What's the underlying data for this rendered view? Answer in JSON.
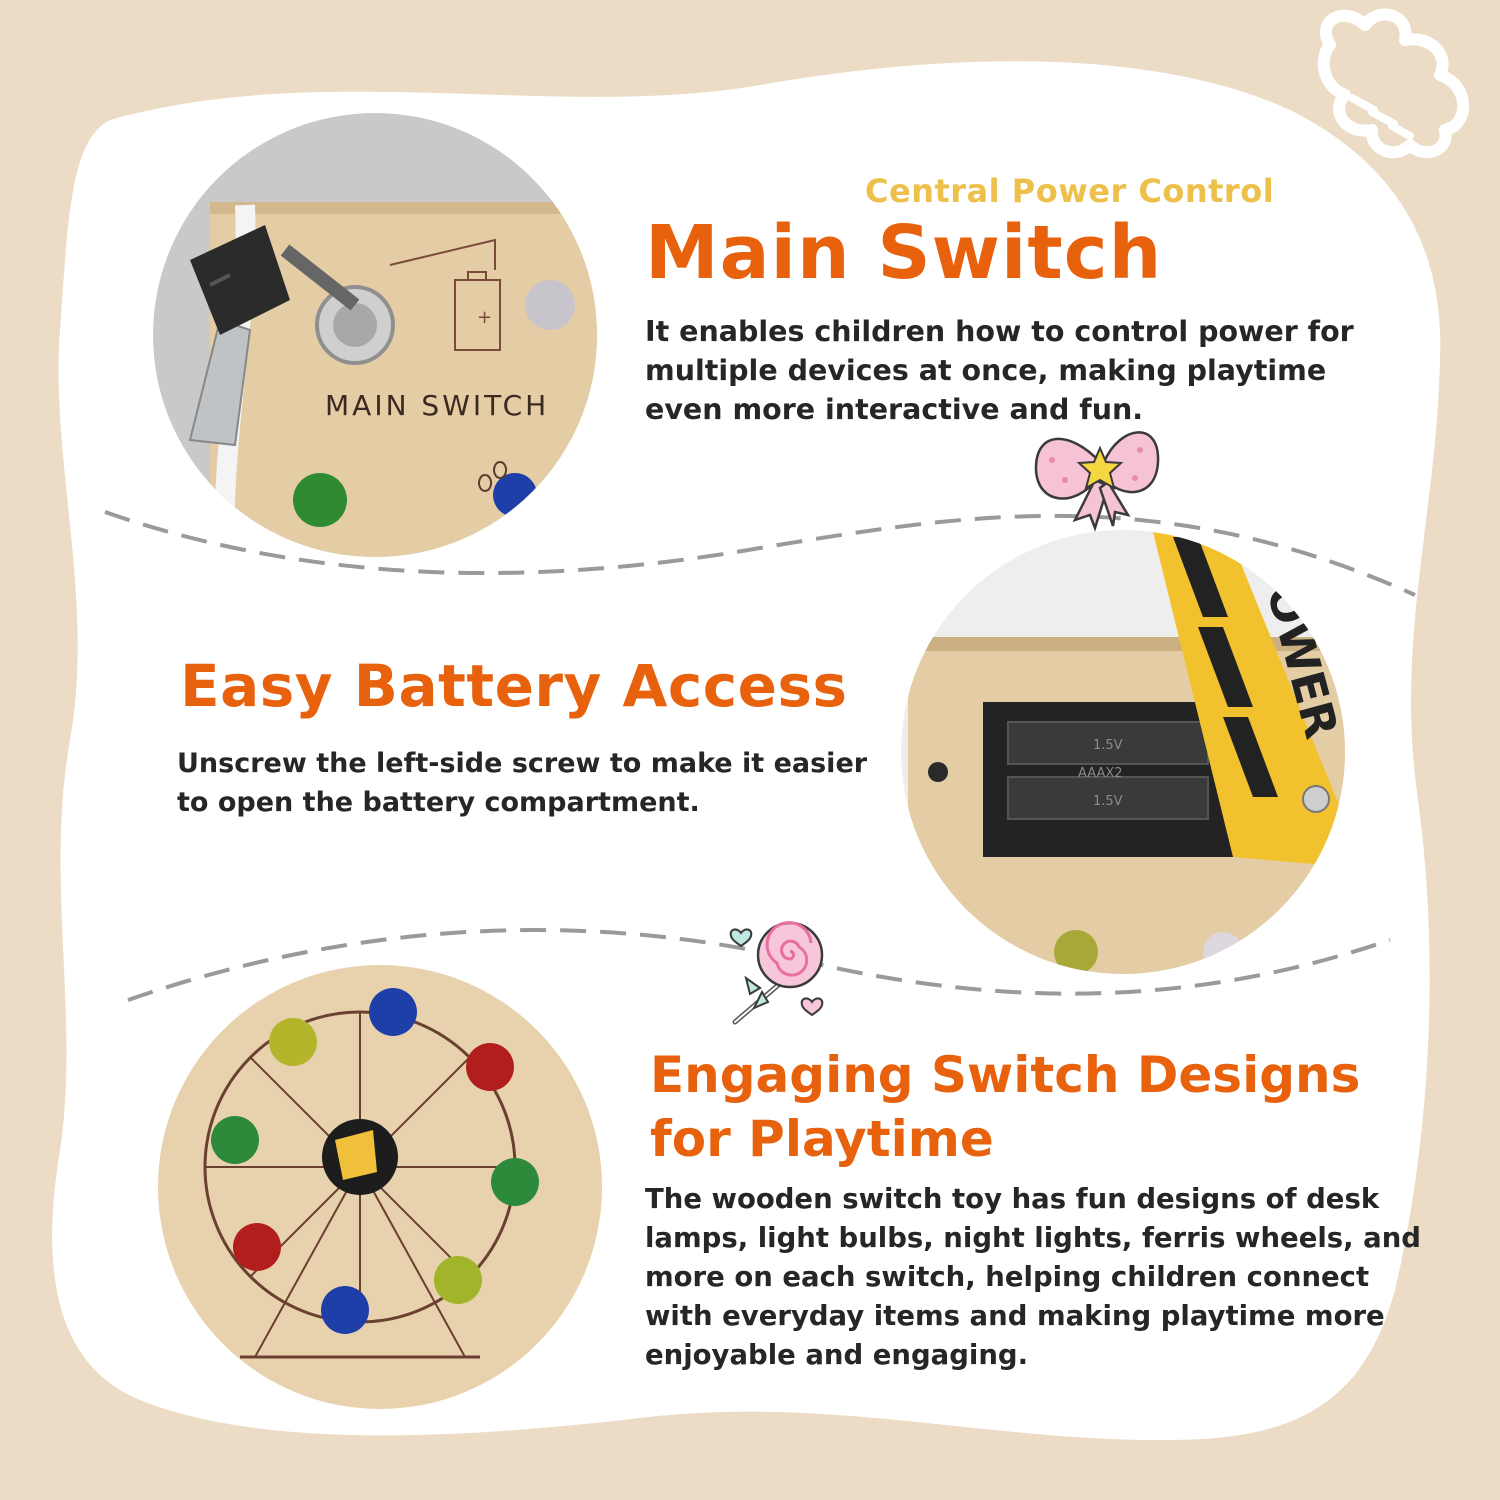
{
  "sections": {
    "main_switch": {
      "kicker": "Central Power Control",
      "title": "Main Switch",
      "body": "It enables children how to control power for multiple devices at once, making playtime even more interactive and fun.",
      "photo_label": "MAIN SWITCH"
    },
    "battery": {
      "title": "Easy Battery Access",
      "body": "Unscrew the left-side screw to make it easier to open the battery compartment.",
      "photo_label": "POWER",
      "compartment_labels": [
        "1.5V",
        "AAAX2",
        "1.5V"
      ]
    },
    "engaging": {
      "title": "Engaging Switch Designs for Playtime",
      "body": "The wooden switch toy has fun designs of desk lamps, light bulbs, night lights, ferris wheels, and more on each switch, helping children connect with everyday items and making playtime more enjoyable and engaging."
    }
  },
  "colors": {
    "background": "#ecdcc5",
    "panel": "#ffffff",
    "accent_orange": "#e8620e",
    "accent_yellow": "#ecc04b",
    "body_text": "#262626",
    "wood": "#e2c9a1"
  },
  "icons": [
    "cloud-icon",
    "bow-icon",
    "star-icon",
    "lollipop-icon",
    "heart-icon"
  ]
}
